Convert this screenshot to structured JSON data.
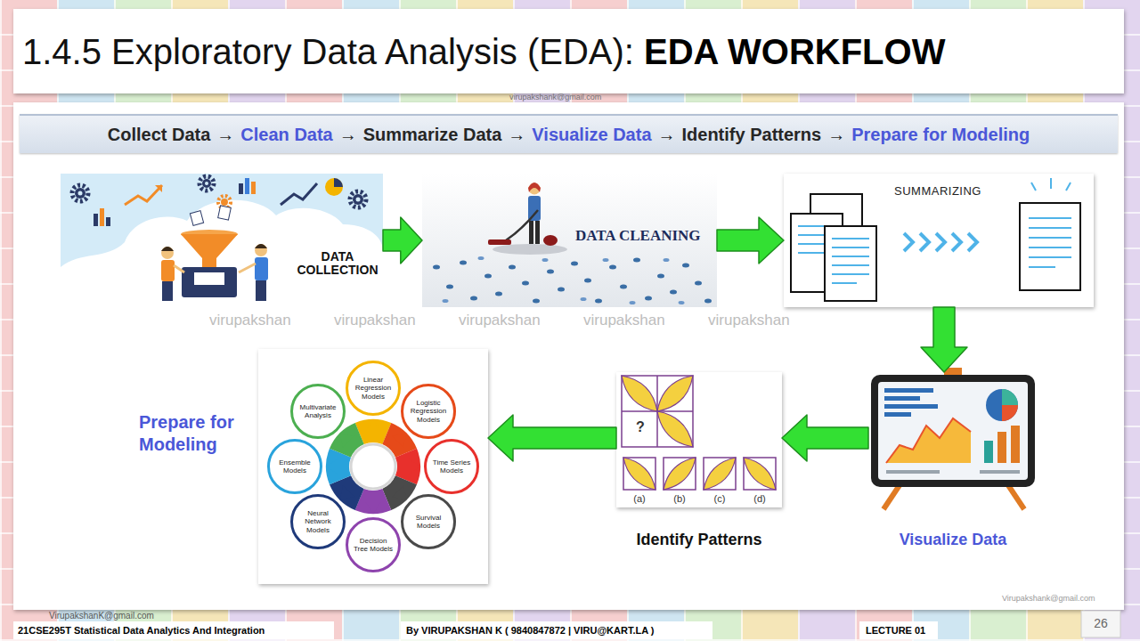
{
  "diagram": {
    "title": "1.4.5 Exploratory Data Analysis (EDA):",
    "nodes": [
      {
        "text": [
          "Collect Data",
          "→",
          "Clean Data",
          "→",
          "Summarize Data",
          "→",
          "Visualize Data",
          "→",
          "Identify Patterns",
          "→",
          "Prepare for Modeling"
        ]
      },
      {
        "text": [
          "DATA COLLECTION"
        ]
      },
      {
        "text": [
          "DATA CLEANING"
        ]
      },
      {
        "text": [
          "SUMMARIZING"
        ]
      },
      {
        "text": [
          "Visualize Data"
        ]
      },
      {
        "text": [
          "Identify Patterns",
          "?",
          "(a)",
          "(b)",
          "(c)",
          "(d)"
        ]
      },
      {
        "text": [
          "Prepare for Modeling"
        ]
      },
      {
        "text": [
          "Linear Regression Models"
        ],
        "in": 6
      },
      {
        "text": [
          "Logistic Regression Models"
        ],
        "in": 6
      },
      {
        "text": [
          "Time Series Models"
        ],
        "in": 6
      },
      {
        "text": [
          "Survival Models"
        ],
        "in": 6
      },
      {
        "text": [
          "Decision Tree Models"
        ],
        "in": 6
      },
      {
        "text": [
          "Neural Network Models"
        ],
        "in": 6
      },
      {
        "text": [
          "Ensemble Models"
        ],
        "in": 6
      },
      {
        "text": [
          "Multivariate Analysis"
        ],
        "in": 6
      }
    ],
    "edges": [
      {
        "from": 1,
        "to": 2,
        "arrow": "to"
      },
      {
        "from": 2,
        "to": 3,
        "arrow": "to"
      },
      {
        "from": 3,
        "to": 4,
        "arrow": "to"
      },
      {
        "from": 4,
        "to": 5,
        "arrow": "to"
      },
      {
        "from": 5,
        "to": 6,
        "arrow": "to"
      }
    ],
    "labels": [
      "EDA WORKFLOW",
      "virupakshank@gmail.com",
      "virupakshan",
      "virupakshan",
      "virupakshan",
      "virupakshan",
      "virupakshan",
      "VirupakshanK@gmail.com",
      "Virupakshank@gmail.com",
      "21CSE295T Statistical Data Analytics And Integration",
      "By VIRUPAKSHAN K ( 9840847872 | VIRU@KART.LA )",
      "LECTURE 01",
      "26"
    ]
  }
}
